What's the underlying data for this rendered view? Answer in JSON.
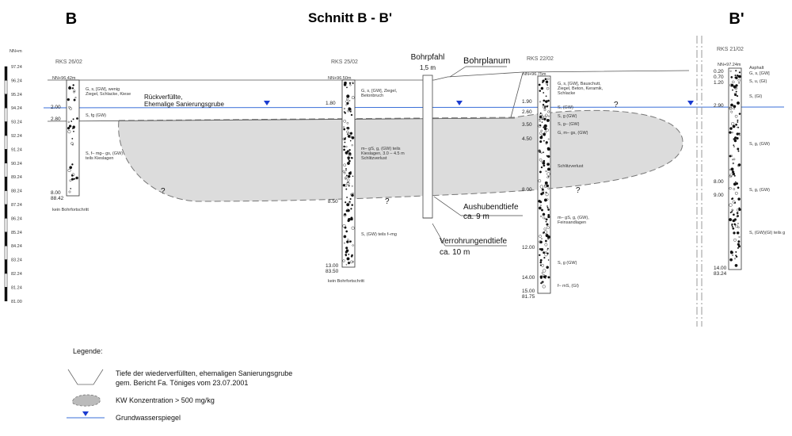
{
  "title": "Schnitt B - B'",
  "left_marker": "B",
  "right_marker": "B'",
  "scale_unit": "NN+m",
  "scale_ticks": [
    "97.24",
    "96.24",
    "95.24",
    "94.24",
    "93.24",
    "92.24",
    "91.24",
    "90.24",
    "89.24",
    "88.24",
    "87.24",
    "86.24",
    "85.24",
    "84.24",
    "83.24",
    "82.24",
    "81.24",
    "81.00"
  ],
  "annotations": {
    "backfill_line1": "Rückverfüllte,",
    "backfill_line2": "Ehemalige Sanierungsgrube",
    "bohrpfahl": "Bohrpfahl",
    "bohrpfahl_width": "1,5 m",
    "bohrplanum": "Bohrplanum",
    "aushub_title": "Aushubendtiefe",
    "aushub_value": "ca. 9 m",
    "verrohrung_title": "Verrohrungendtiefe",
    "verrohrung_value": "ca. 10 m",
    "question": "?"
  },
  "boreholes": [
    {
      "id": "RKS 26/02",
      "top_level": "NN+96.42m",
      "depths": [
        "2.00",
        "2.80",
        "8.00",
        "88.42"
      ],
      "descriptions": [
        "G, s, [GW], wenig",
        "Ziegel, Schlacke, Kiese",
        "S, fg (GW)",
        "S, f– mg– gs, (GW)",
        "teils Kieslagen"
      ],
      "note": "kein Bohrfortschritt"
    },
    {
      "id": "RKS 25/02",
      "top_level": "NN+96.50m",
      "depths": [
        "1.80",
        "8.50",
        "13.00",
        "83.50"
      ],
      "descriptions": [
        "G, s, [GW], Ziegel,",
        "Betonbruch",
        "m– gS, g, (GW) teils",
        "Kieslagen, 3.0 – 4.5 m",
        "Schlitzverlust",
        "S, (GW) teils f–mg"
      ],
      "note": "kein Bohrfortschritt"
    },
    {
      "id": "RKS 22/02",
      "top_level": "NN+96.75m",
      "depths": [
        "1.90",
        "2.60",
        "3.50",
        "4.50",
        "8.00",
        "12.00",
        "14.00",
        "15.00",
        "81.75"
      ],
      "descriptions": [
        "G, s, [GW], Bauschutt,",
        "Ziegel, Beton, Keramik,",
        "Schlacke",
        "S, (GW)",
        "S, g (GW)",
        "S, g– (GW)",
        "G, m– gs, (GW)",
        "Schlitzverlust",
        "m– gS, g, (GW),",
        "Feinsandlagen",
        "S, g (GW)",
        "f– mS, (GI)"
      ]
    },
    {
      "id": "RKS 21/02",
      "top_level": "NN+97.24m",
      "depths": [
        "0.20",
        "0.70",
        "1.20",
        "2.90",
        "8.00",
        "9.00",
        "14.00",
        "83.24"
      ],
      "descriptions": [
        "Asphalt",
        "G, s, [GW]",
        "S, u, (GI)",
        "S, (GI)",
        "S, g, (GW)",
        "S, g, (GW)",
        "S, (GW)(GI) teils g"
      ]
    }
  ],
  "legend": {
    "heading": "Legende:",
    "item1_line1": "Tiefe der wiederverfüllten, ehemaligen Sanierungsgrube",
    "item1_line2": "gem. Bericht Fa. Töniges vom 23.07.2001",
    "item2": "KW Konzentration > 500 mg/kg",
    "item3": "Grundwasserspiegel"
  },
  "colors": {
    "contamination_fill": "#dcdcdc",
    "groundwater_line": "#3a6fd8",
    "groundwater_marker": "#1a3bd0",
    "line": "#555555"
  }
}
